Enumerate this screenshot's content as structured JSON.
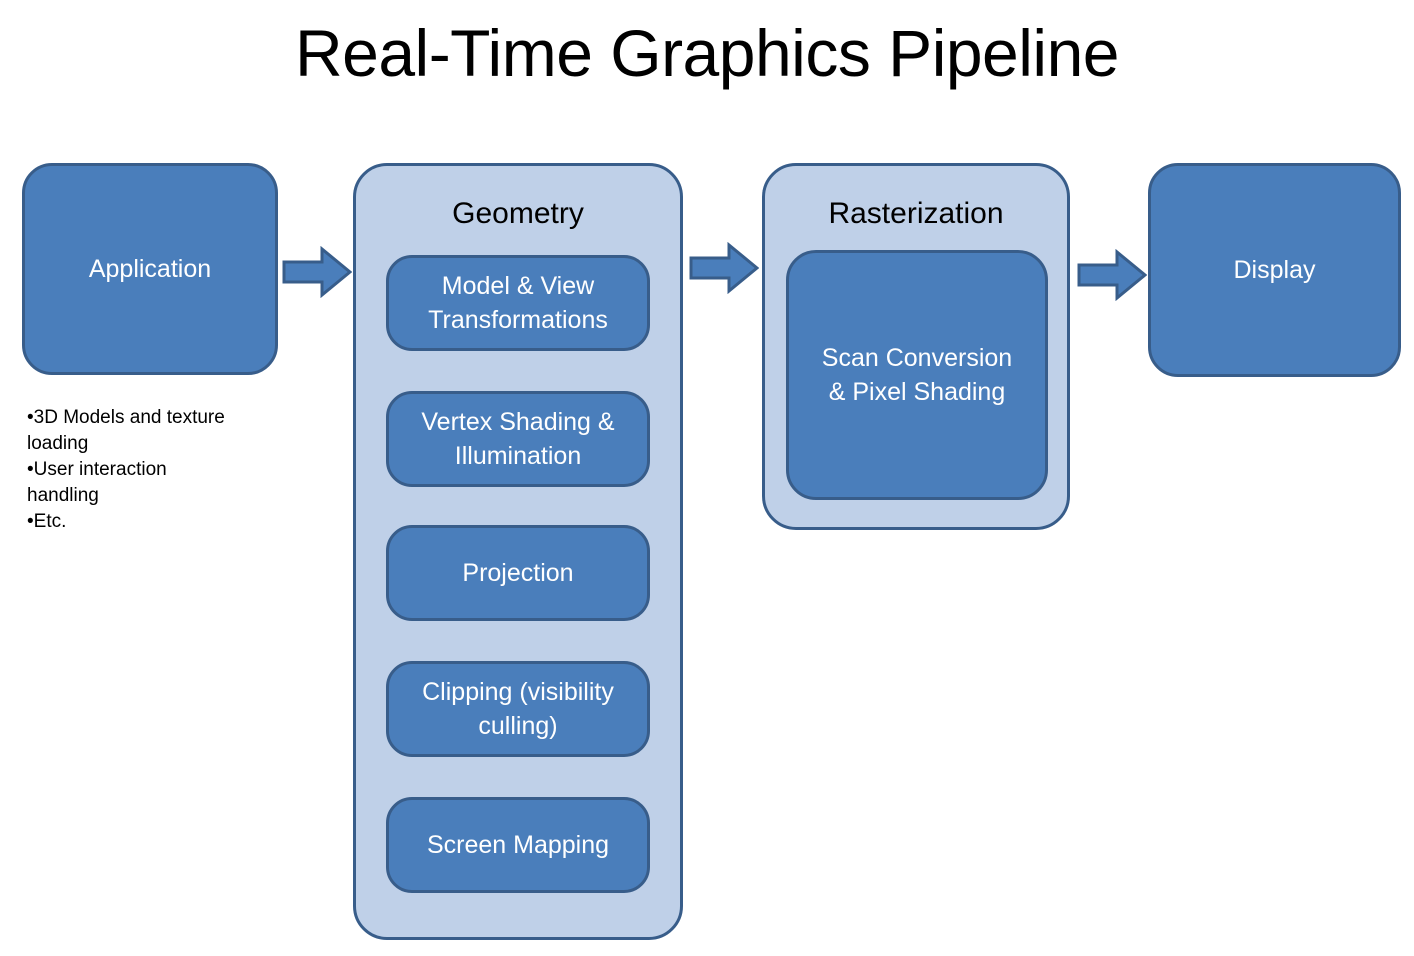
{
  "page": {
    "title": "Real-Time Graphics Pipeline",
    "background_color": "#FFFFFF",
    "node_fill_color": "#4A7EBB",
    "node_border_color": "#385D8A",
    "group_fill_color": "#BFD0E8",
    "text_color_on_node": "#FFFFFF",
    "text_color_plain": "#000000"
  },
  "stages": {
    "application": {
      "label": "Application",
      "notes": [
        "3D Models and texture loading",
        "User interaction handling",
        "Etc."
      ],
      "notes_lines": [
        "•3D Models and texture",
        "loading",
        "•User interaction",
        "handling",
        "•Etc."
      ]
    },
    "geometry": {
      "label": "Geometry",
      "steps": [
        {
          "line1": "Model & View",
          "line2": "Transformations"
        },
        {
          "line1": "Vertex Shading &",
          "line2": "Illumination"
        },
        {
          "line1": "Projection",
          "line2": ""
        },
        {
          "line1": "Clipping (visibility",
          "line2": "culling)"
        },
        {
          "line1": "Screen Mapping",
          "line2": ""
        }
      ]
    },
    "rasterization": {
      "label": "Rasterization",
      "steps": [
        {
          "line1": "Scan Conversion",
          "line2": "& Pixel Shading"
        }
      ]
    },
    "display": {
      "label": "Display"
    }
  },
  "arrows": [
    {
      "name": "application-to-geometry",
      "direction": "right"
    },
    {
      "name": "geometry-to-rasterization",
      "direction": "right"
    },
    {
      "name": "rasterization-to-display",
      "direction": "right"
    }
  ]
}
